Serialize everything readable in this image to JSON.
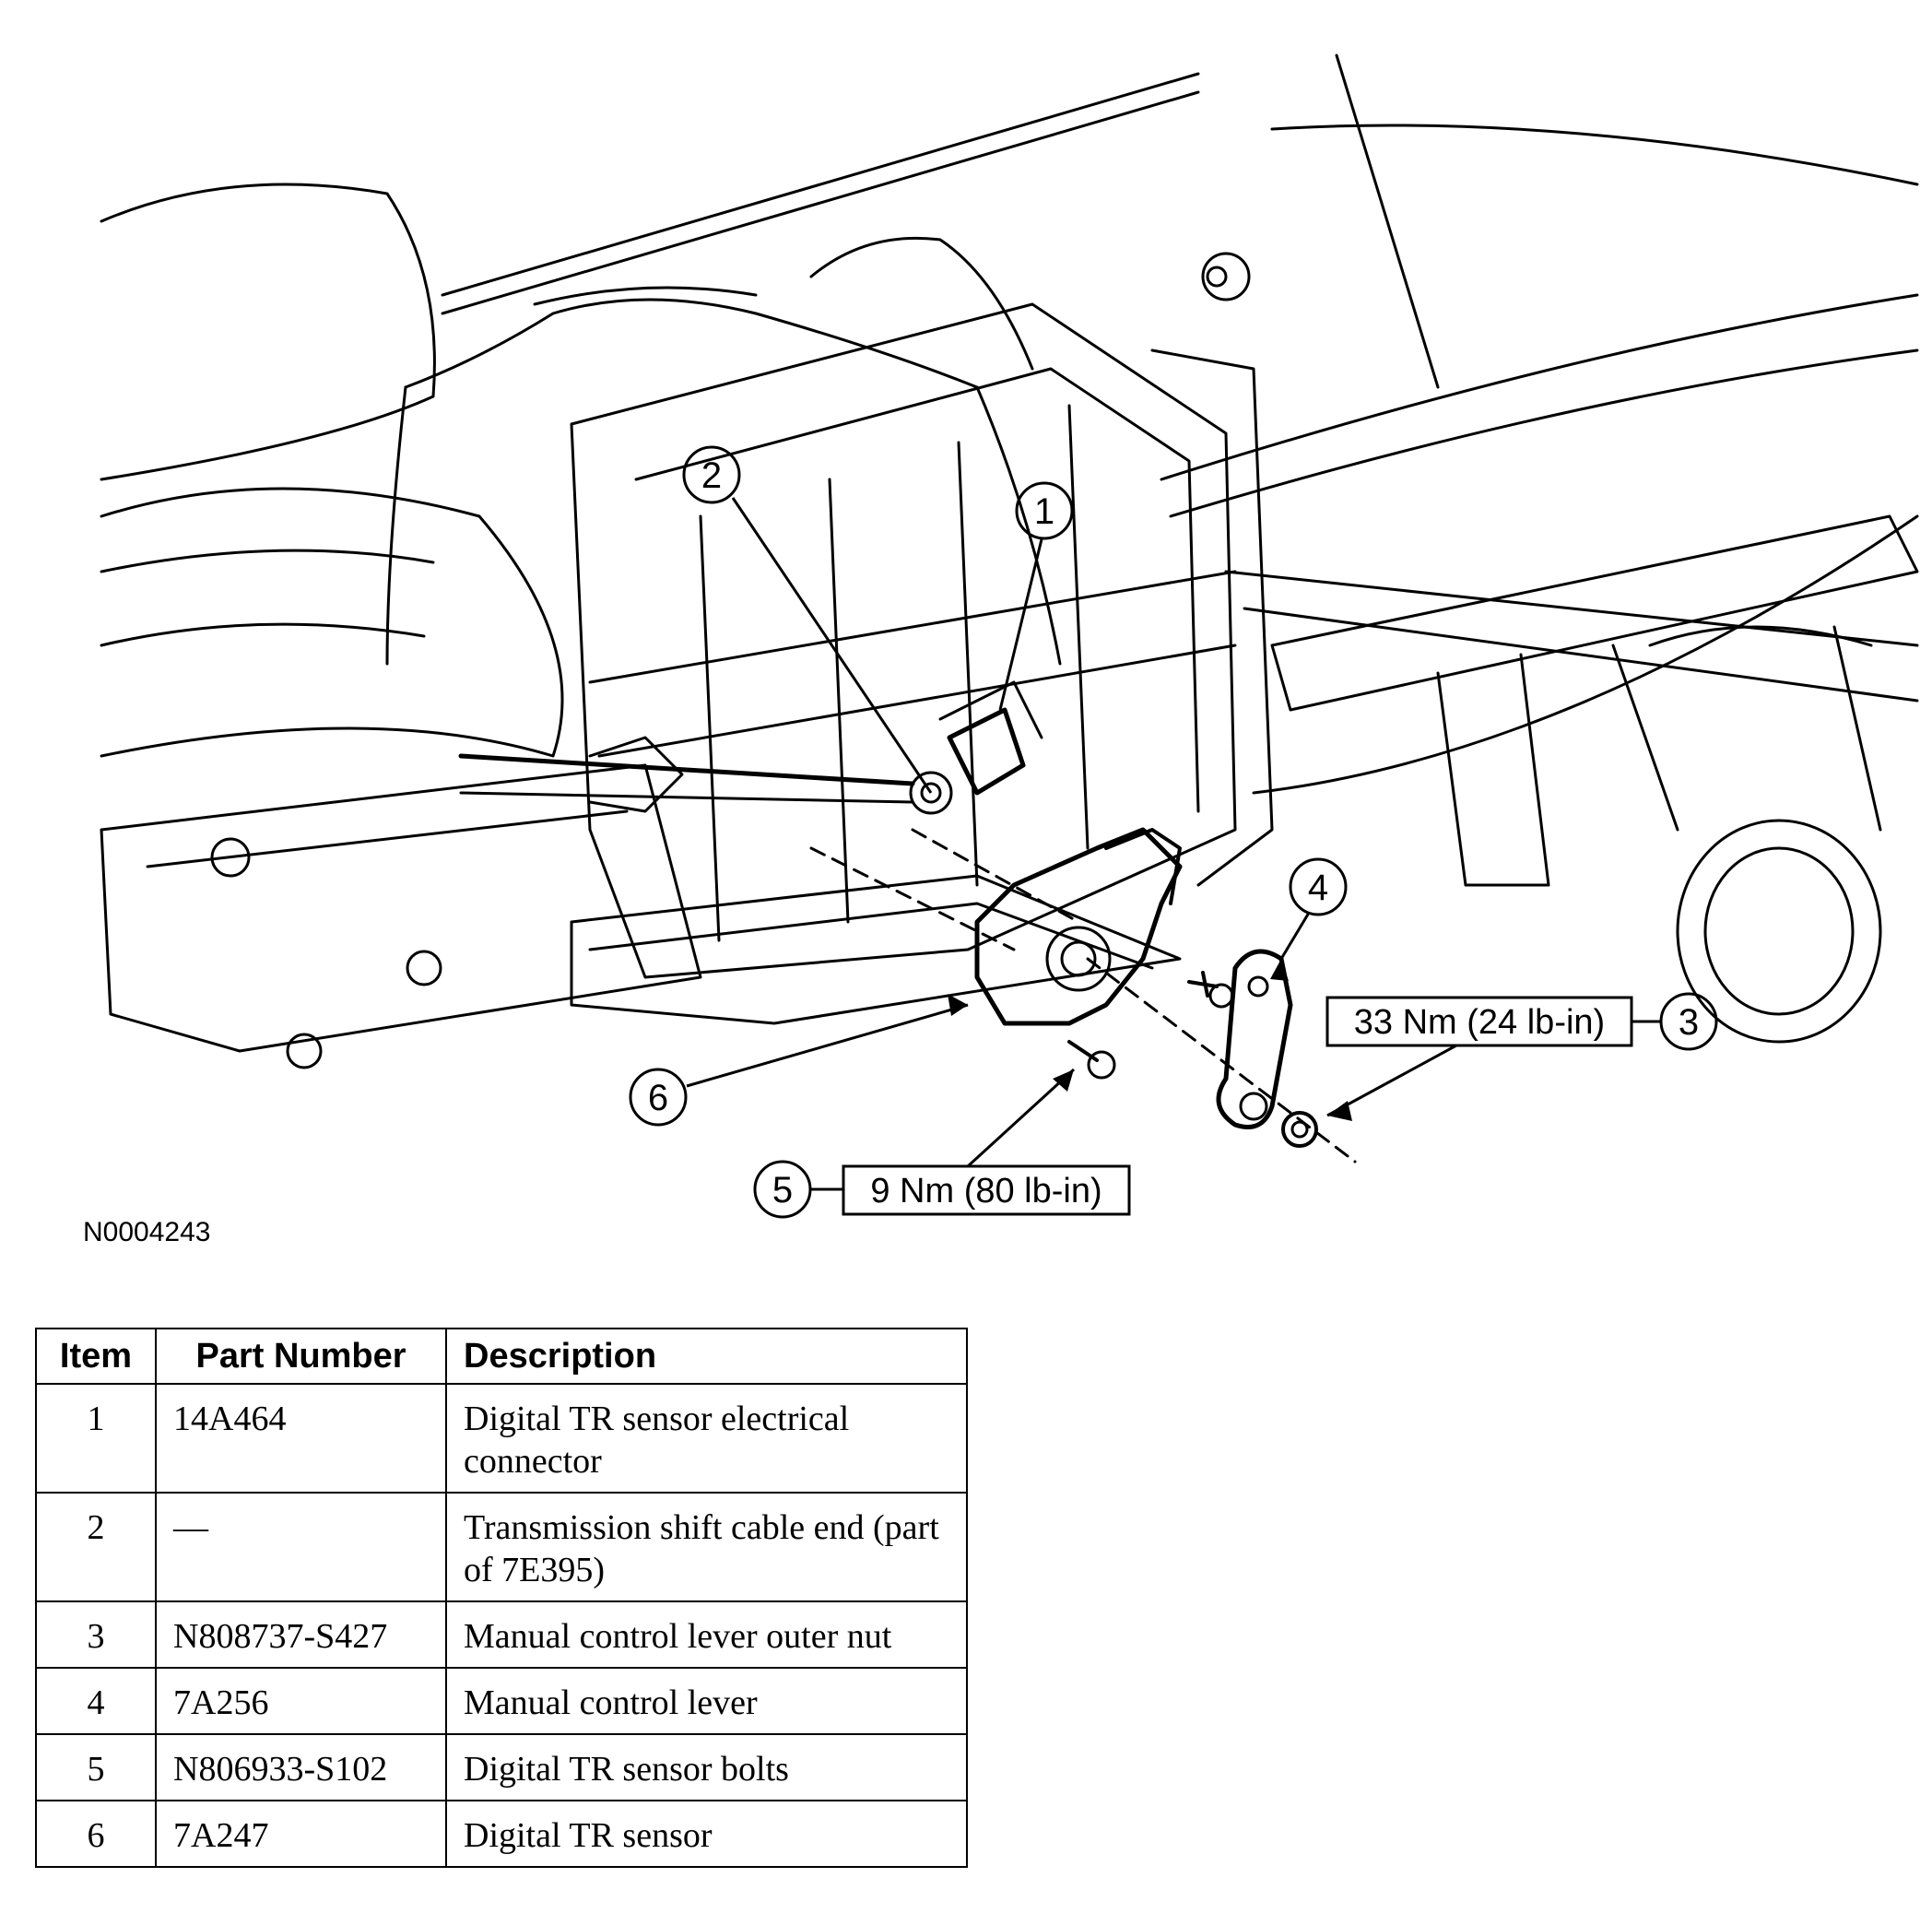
{
  "diagram": {
    "callouts": [
      "1",
      "2",
      "3",
      "4",
      "5",
      "6"
    ],
    "torque_3": "33 Nm (24 lb-in)",
    "torque_5": "9 Nm (80 lb-in)",
    "figure_id": "N0004243"
  },
  "table": {
    "headers": [
      "Item",
      "Part Number",
      "Description"
    ],
    "rows": [
      {
        "item": "1",
        "part": "14A464",
        "desc": "Digital TR sensor electrical connector"
      },
      {
        "item": "2",
        "part": "—",
        "desc": "Transmission shift cable end (part of 7E395)"
      },
      {
        "item": "3",
        "part": "N808737-S427",
        "desc": "Manual control lever outer nut"
      },
      {
        "item": "4",
        "part": "7A256",
        "desc": "Manual control lever"
      },
      {
        "item": "5",
        "part": "N806933-S102",
        "desc": "Digital TR sensor bolts"
      },
      {
        "item": "6",
        "part": "7A247",
        "desc": "Digital TR sensor"
      }
    ]
  }
}
